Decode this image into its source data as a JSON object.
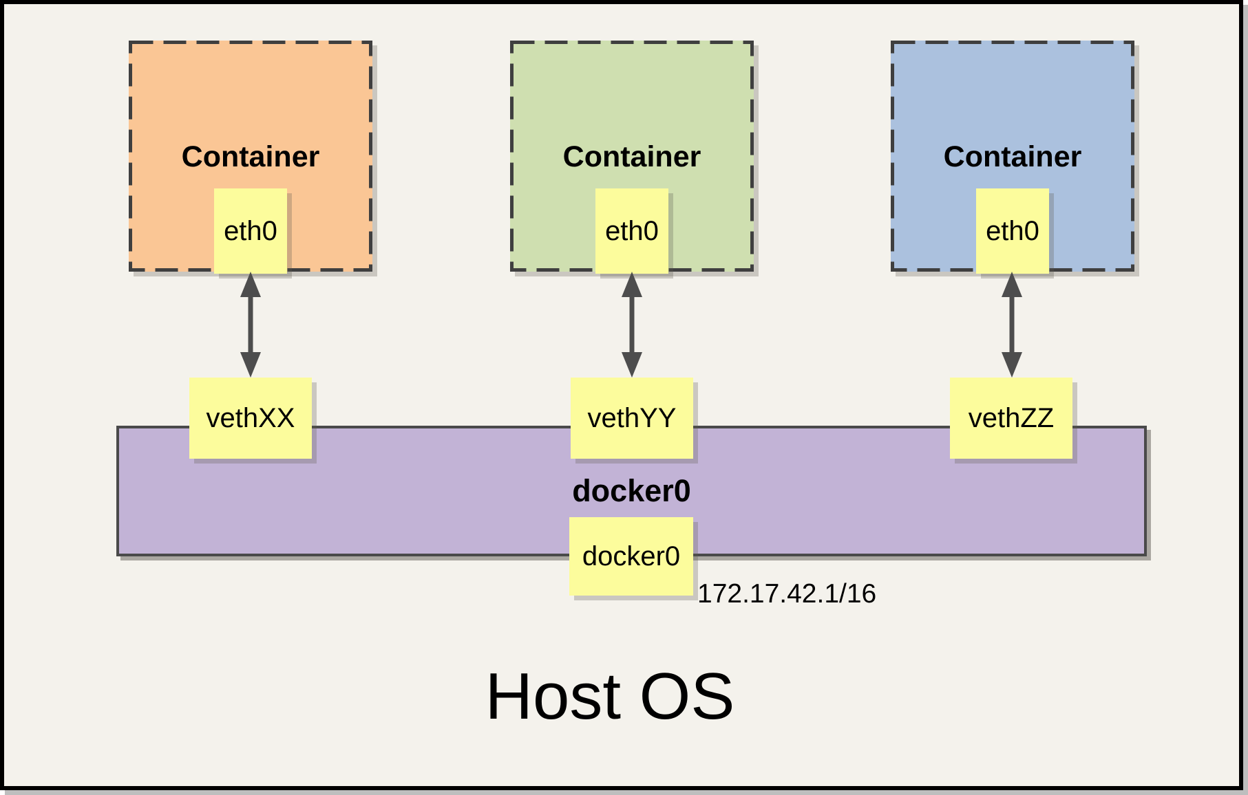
{
  "diagram": {
    "containers": [
      {
        "label": "Container",
        "interface": "eth0",
        "veth": "vethXX",
        "fill": "#FAC695"
      },
      {
        "label": "Container",
        "interface": "eth0",
        "veth": "vethYY",
        "fill": "#CFDFB0"
      },
      {
        "label": "Container",
        "interface": "eth0",
        "veth": "vethZZ",
        "fill": "#ABC1DE"
      }
    ],
    "bridge": {
      "label": "docker0",
      "interface": "docker0",
      "ip": "172.17.42.1/16",
      "fill": "#C2B3D6"
    },
    "host": {
      "label": "Host OS"
    },
    "colors": {
      "note_yellow": "#FCFC9C",
      "canvas_background": "#F4F2EC",
      "dashed_border": "#3F3F3F",
      "arrow_gray": "#4D4D4D",
      "frame_black": "#000000",
      "frame_shadow": "#BEBEBE"
    }
  }
}
